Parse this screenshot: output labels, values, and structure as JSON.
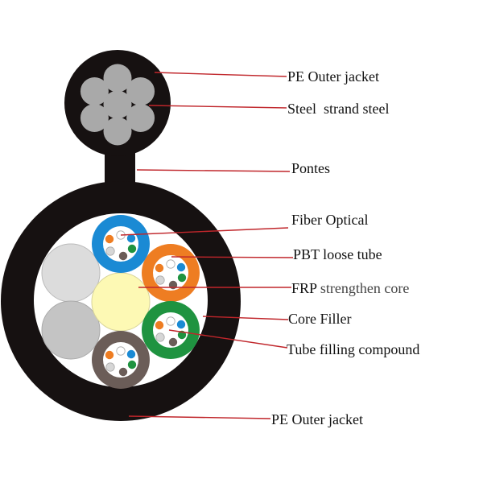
{
  "labels": {
    "pe_outer_jacket_top": "PE Outer jacket",
    "steel_strand": "Steel  strand steel",
    "pontes": "Pontes",
    "fiber_optical": "Fiber Optical",
    "pbt_loose_tube": "PBT loose tube",
    "frp_prefix": "FRP",
    "frp_suffix": "strengthen core",
    "core_filler": "Core Filler",
    "tube_filling": "Tube filling compound",
    "pe_outer_jacket_bottom": "PE Outer jacket"
  },
  "colors": {
    "jacket": "#161111",
    "steel": "#a9a9a9",
    "leader_line": "#c0262b",
    "frp": "#fdf9b4",
    "filler_light": "#dcdcdc",
    "filler_dark": "#c4c4c4",
    "tubes": [
      "#1a8ad4",
      "#ee7d22",
      "#1f9340",
      "#6b5d58"
    ],
    "fibers": [
      "#ffffff",
      "#ee7d22",
      "#1a8ad4",
      "#1f9340",
      "#d6d6d6",
      "#6b5d58"
    ]
  }
}
